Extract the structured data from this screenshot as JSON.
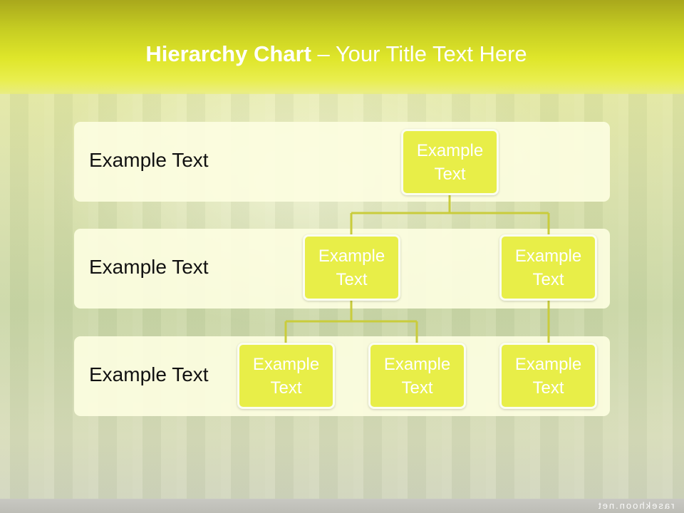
{
  "title": {
    "bold": "Hierarchy Chart",
    "rest": " – Your Title Text Here"
  },
  "levels": [
    {
      "label": "Example Text"
    },
    {
      "label": "Example Text"
    },
    {
      "label": "Example Text"
    }
  ],
  "nodes": {
    "root": "Example\nText",
    "level2_left": "Example\nText",
    "level2_right": "Example\nText",
    "level3_a": "Example\nText",
    "level3_b": "Example\nText",
    "level3_c": "Example\nText"
  },
  "colors": {
    "banner": "#dfe62a",
    "node_fill": "#e8ee48",
    "connector": "#c9cc3c",
    "band": "#fcfde0"
  },
  "watermark": "rasekhoon.net"
}
